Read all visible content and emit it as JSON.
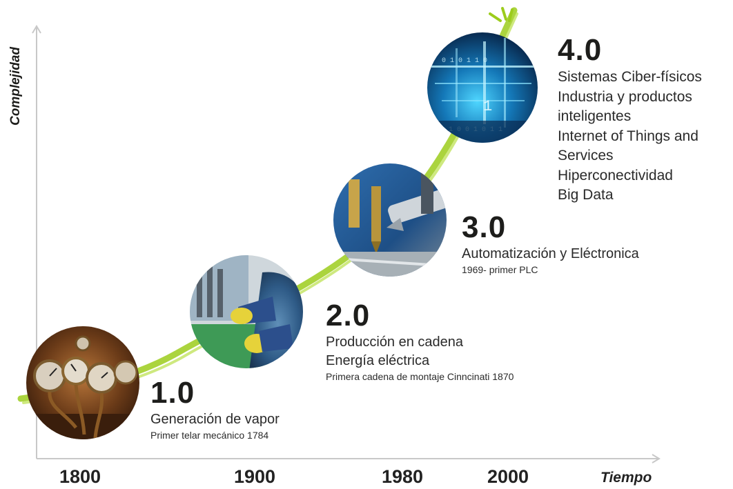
{
  "axes": {
    "y_label": "Complejidad",
    "x_label": "Tiempo",
    "ticks": [
      "1800",
      "1900",
      "1980",
      "2000"
    ]
  },
  "stages": [
    {
      "number": "1.0",
      "lines": [
        "Generación de vapor"
      ],
      "note": "Primer telar mecánico 1784",
      "photo": "steam-gauges-photo"
    },
    {
      "number": "2.0",
      "lines": [
        "Producción en cadena",
        "Energía eléctrica"
      ],
      "note": "Primera cadena de montaje Cinncinati 1870",
      "photo": "assembly-line-worker-photo"
    },
    {
      "number": "3.0",
      "lines": [
        "Automatización y Eléctronica"
      ],
      "note": "1969- primer PLC",
      "photo": "cnc-machining-photo"
    },
    {
      "number": "4.0",
      "lines": [
        "Sistemas Ciber-físicos",
        "Industria y productos",
        "inteligentes",
        "Internet of Things and",
        "Services",
        "Hiperconectividad",
        "Big Data"
      ],
      "note": "",
      "photo": "digital-data-photo"
    }
  ],
  "colors": {
    "trend_line": "#9ccc1c",
    "axis": "#c8c8c8",
    "text": "#1d1d1b"
  }
}
